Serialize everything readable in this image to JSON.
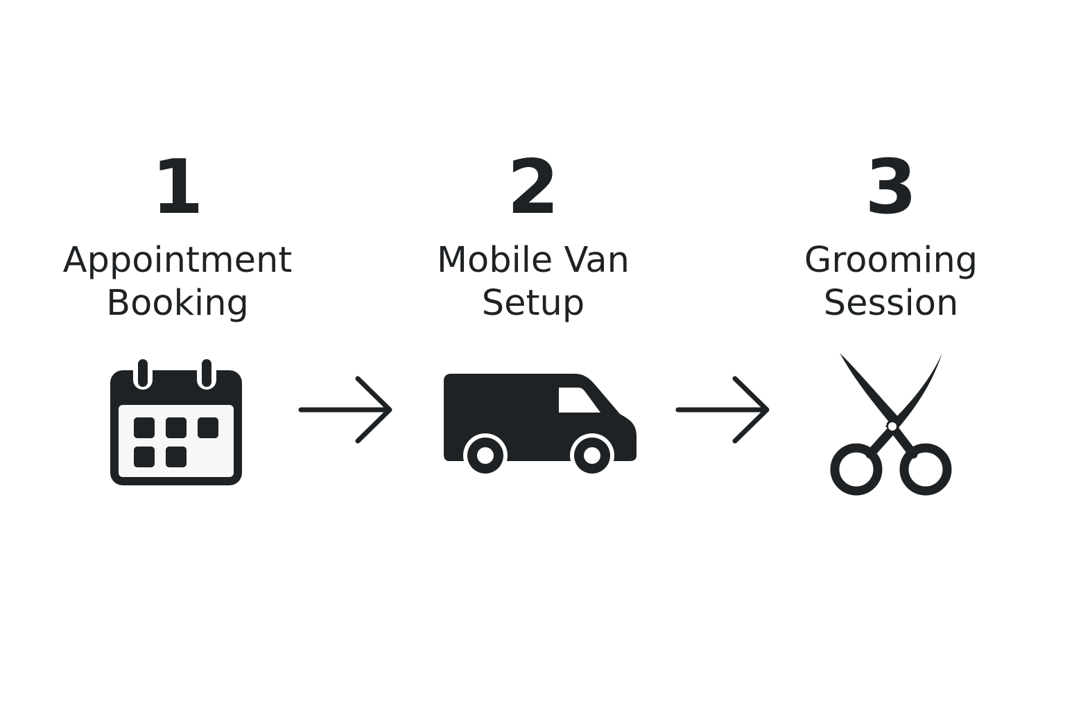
{
  "colors": {
    "ink": "#1e2224",
    "background": "#ffffff",
    "calendar_face": "#f7f7f7"
  },
  "steps": [
    {
      "number": "1",
      "label": "Appointment\nBooking",
      "icon": "calendar-icon"
    },
    {
      "number": "2",
      "label": "Mobile Van\nSetup",
      "icon": "van-icon"
    },
    {
      "number": "3",
      "label": "Grooming\nSession",
      "icon": "scissors-icon"
    }
  ],
  "connectors": [
    {
      "icon": "arrow-right-icon"
    },
    {
      "icon": "arrow-right-icon"
    }
  ]
}
